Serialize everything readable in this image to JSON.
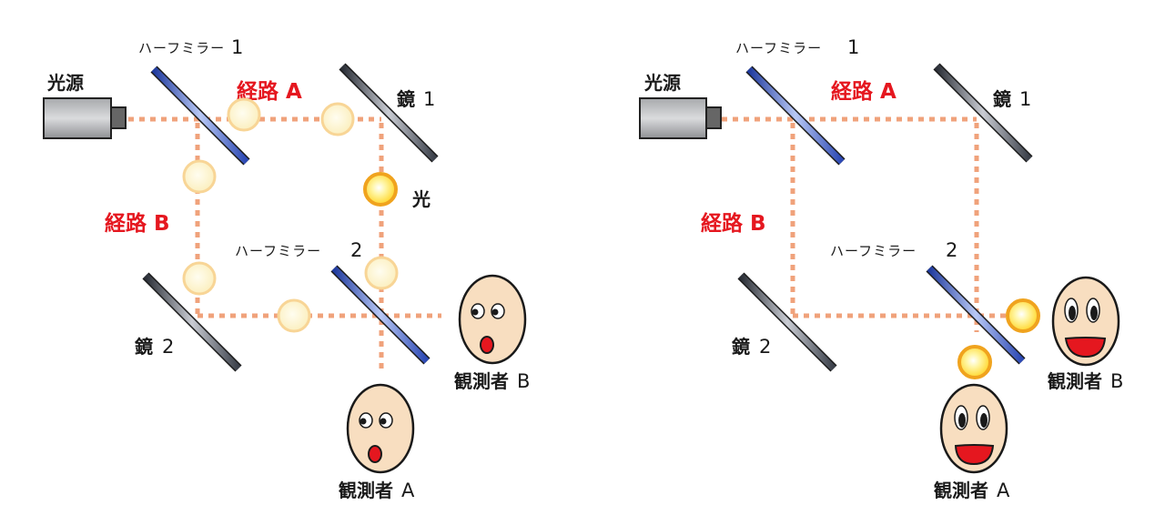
{
  "colors": {
    "beam": "#f0a27b",
    "path_label": "#e5171f",
    "half_mirror": "#3c5bbd",
    "mirror": "#3a3f49",
    "light_ring": "#f0a31e",
    "face": "#f8dec0"
  },
  "left": {
    "light_source": "光源",
    "half_mirror_1": {
      "text": "ハーフミラー",
      "num": "1"
    },
    "half_mirror_2": {
      "text": "ハーフミラー",
      "num": "2"
    },
    "mirror_1": {
      "text": "鏡",
      "num": "1"
    },
    "mirror_2": {
      "text": "鏡",
      "num": "2"
    },
    "path_a": "経路 A",
    "path_b": "経路 B",
    "light": "光",
    "observer_a": {
      "text": "観測者",
      "letter": "A"
    },
    "observer_b": {
      "text": "観測者",
      "letter": "B"
    }
  },
  "right": {
    "light_source": "光源",
    "half_mirror_1": {
      "text": "ハーフミラー",
      "num": "1"
    },
    "half_mirror_2": {
      "text": "ハーフミラー",
      "num": "2"
    },
    "mirror_1": {
      "text": "鏡",
      "num": "1"
    },
    "mirror_2": {
      "text": "鏡",
      "num": "2"
    },
    "path_a": "経路 A",
    "path_b": "経路 B",
    "observer_a": {
      "text": "観測者",
      "letter": "A"
    },
    "observer_b": {
      "text": "観測者",
      "letter": "B"
    }
  }
}
